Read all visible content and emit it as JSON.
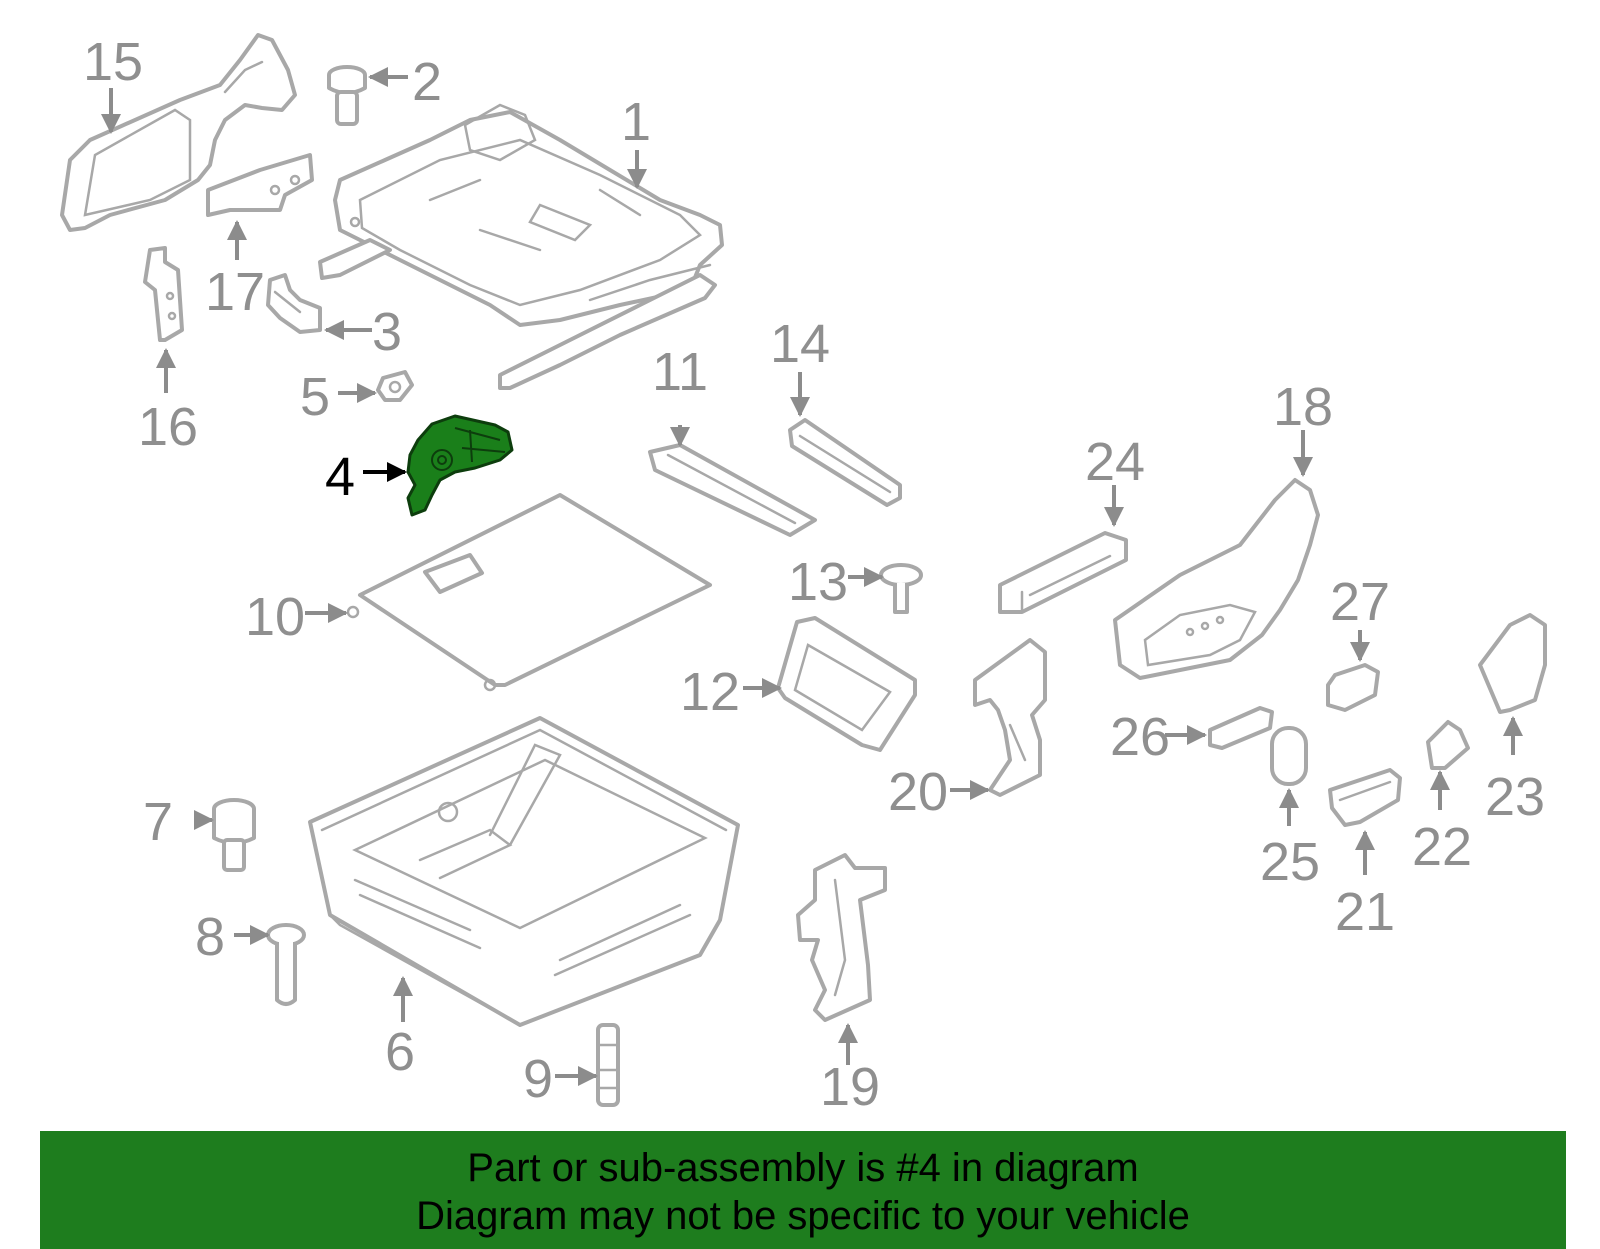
{
  "diagram": {
    "highlight_color": "#1e7d1e",
    "callouts": {
      "c1": "1",
      "c2": "2",
      "c3": "3",
      "c4": "4",
      "c5": "5",
      "c6": "6",
      "c7": "7",
      "c8": "8",
      "c9": "9",
      "c10": "10",
      "c11": "11",
      "c12": "12",
      "c13": "13",
      "c14": "14",
      "c15": "15",
      "c16": "16",
      "c17": "17",
      "c18": "18",
      "c19": "19",
      "c20": "20",
      "c21": "21",
      "c22": "22",
      "c23": "23",
      "c24": "24",
      "c25": "25",
      "c26": "26",
      "c27": "27"
    },
    "highlighted_part": "4"
  },
  "banner": {
    "line1": "Part or sub-assembly is #4 in diagram",
    "line2": "Diagram may not be specific to your vehicle"
  }
}
